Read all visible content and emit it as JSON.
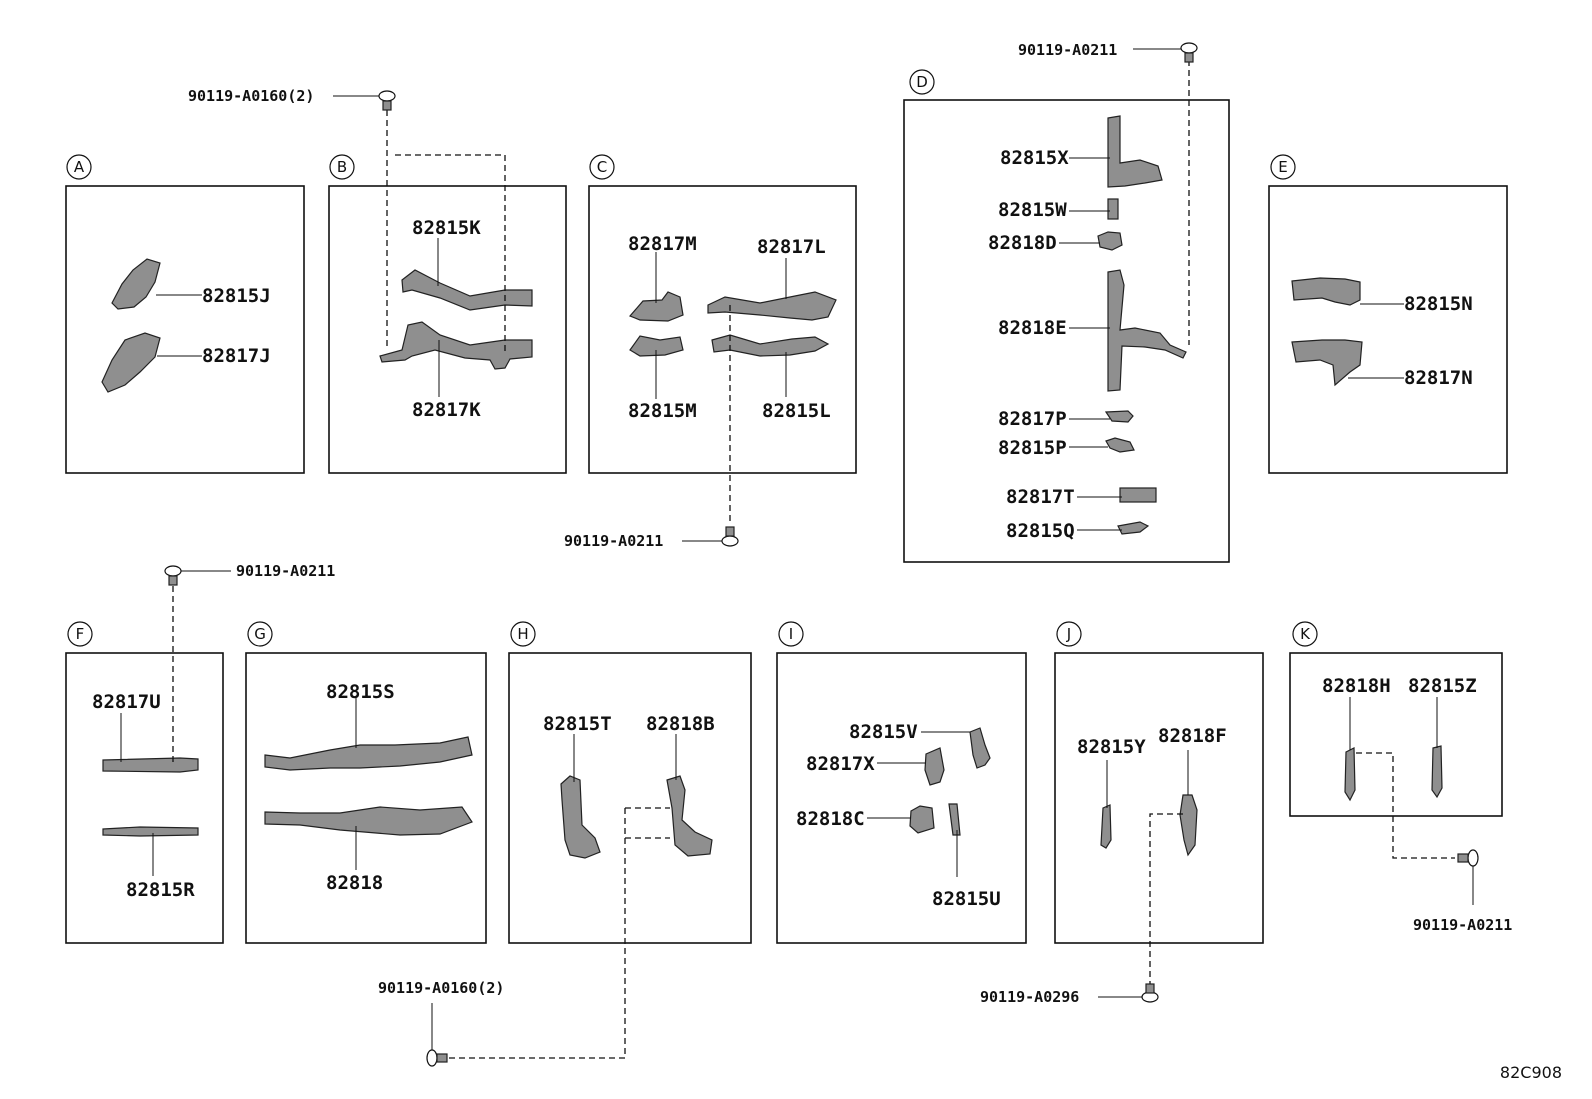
{
  "sections": {
    "A": {
      "letter": "A",
      "parts": [
        "82815J",
        "82817J"
      ]
    },
    "B": {
      "letter": "B",
      "parts": [
        "82815K",
        "82817K"
      ]
    },
    "C": {
      "letter": "C",
      "parts": [
        "82817M",
        "82817L",
        "82815M",
        "82815L"
      ]
    },
    "D": {
      "letter": "D",
      "parts": [
        "82815X",
        "82815W",
        "82818D",
        "82818E",
        "82817P",
        "82815P",
        "82817T",
        "82815Q"
      ]
    },
    "E": {
      "letter": "E",
      "parts": [
        "82815N",
        "82817N"
      ]
    },
    "F": {
      "letter": "F",
      "parts": [
        "82817U",
        "82815R"
      ]
    },
    "G": {
      "letter": "G",
      "parts": [
        "82815S",
        "82818"
      ]
    },
    "H": {
      "letter": "H",
      "parts": [
        "82815T",
        "82818B"
      ]
    },
    "I": {
      "letter": "I",
      "parts": [
        "82815V",
        "82817X",
        "82818C",
        "82815U"
      ]
    },
    "J": {
      "letter": "J",
      "parts": [
        "82815Y",
        "82818F"
      ]
    },
    "K": {
      "letter": "K",
      "parts": [
        "82818H",
        "82815Z"
      ]
    }
  },
  "bolts": [
    "90119-A0160(2)",
    "90119-A0211",
    "90119-A0211",
    "90119-A0211",
    "90119-A0160(2)",
    "90119-A0296",
    "90119-A0211"
  ],
  "diagram_code": "82C908"
}
